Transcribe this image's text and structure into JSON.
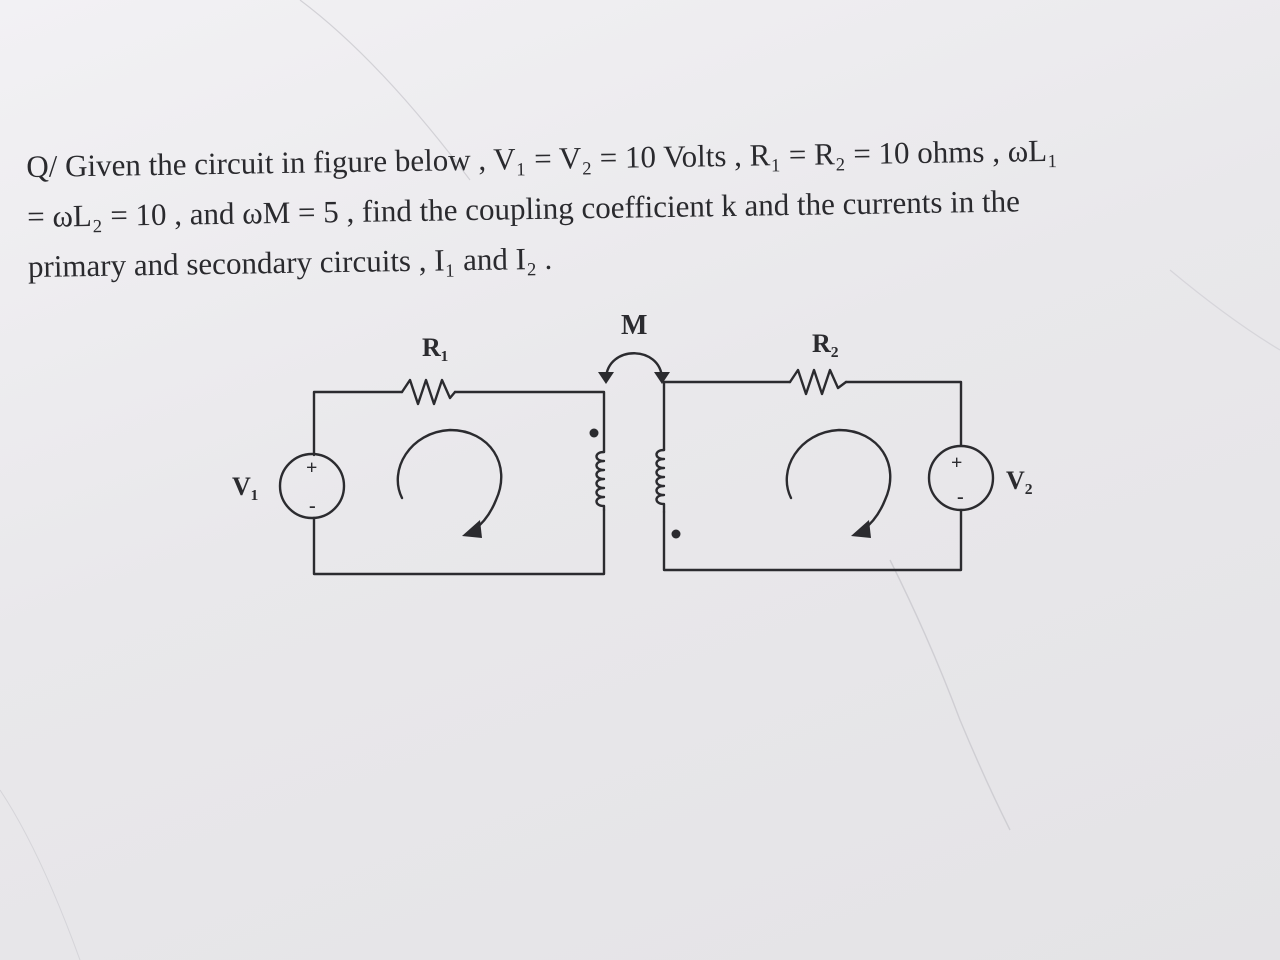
{
  "question": {
    "line1": "Q/ Given the circuit in figure below , V₁ = V₂ = 10 Volts , R₁ = R₂ = 10 ohms , ωL₁",
    "line2": "= ωL₂ = 10 , and ωM = 5 , find the coupling coefficient  k and the currents in the",
    "line3": "primary and secondary circuits  , I₁ and I₂ ."
  },
  "circuit": {
    "mutual_label": "M",
    "r1_label": "R₁",
    "r2_label": "R₂",
    "v1_label": "V₁",
    "v2_label": "V₂",
    "plus_sign": "+",
    "minus_sign": "-"
  },
  "colors": {
    "ink": "#2b2b2f",
    "paper": "#ecebee"
  }
}
